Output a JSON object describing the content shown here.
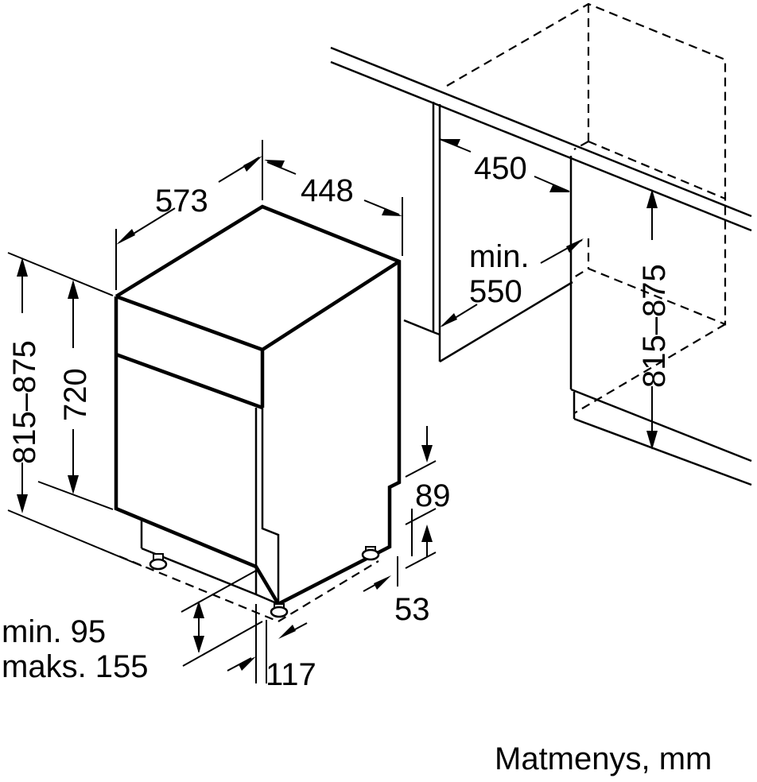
{
  "diagram": {
    "labels": {
      "cabinet_width": "573",
      "appliance_width": "448",
      "niche_depth": "450",
      "niche_min_depth_line1": "min.",
      "niche_min_depth_line2": "550",
      "niche_height_range": "815–875",
      "total_height_range": "815–875",
      "appliance_height": "720",
      "plinth_top": "89",
      "plinth_bottom": "53",
      "feet_adjust_line1": "min. 95",
      "feet_adjust_line2": "maks. 155",
      "feet_offset": "117"
    },
    "caption": "Matmenys, mm"
  }
}
